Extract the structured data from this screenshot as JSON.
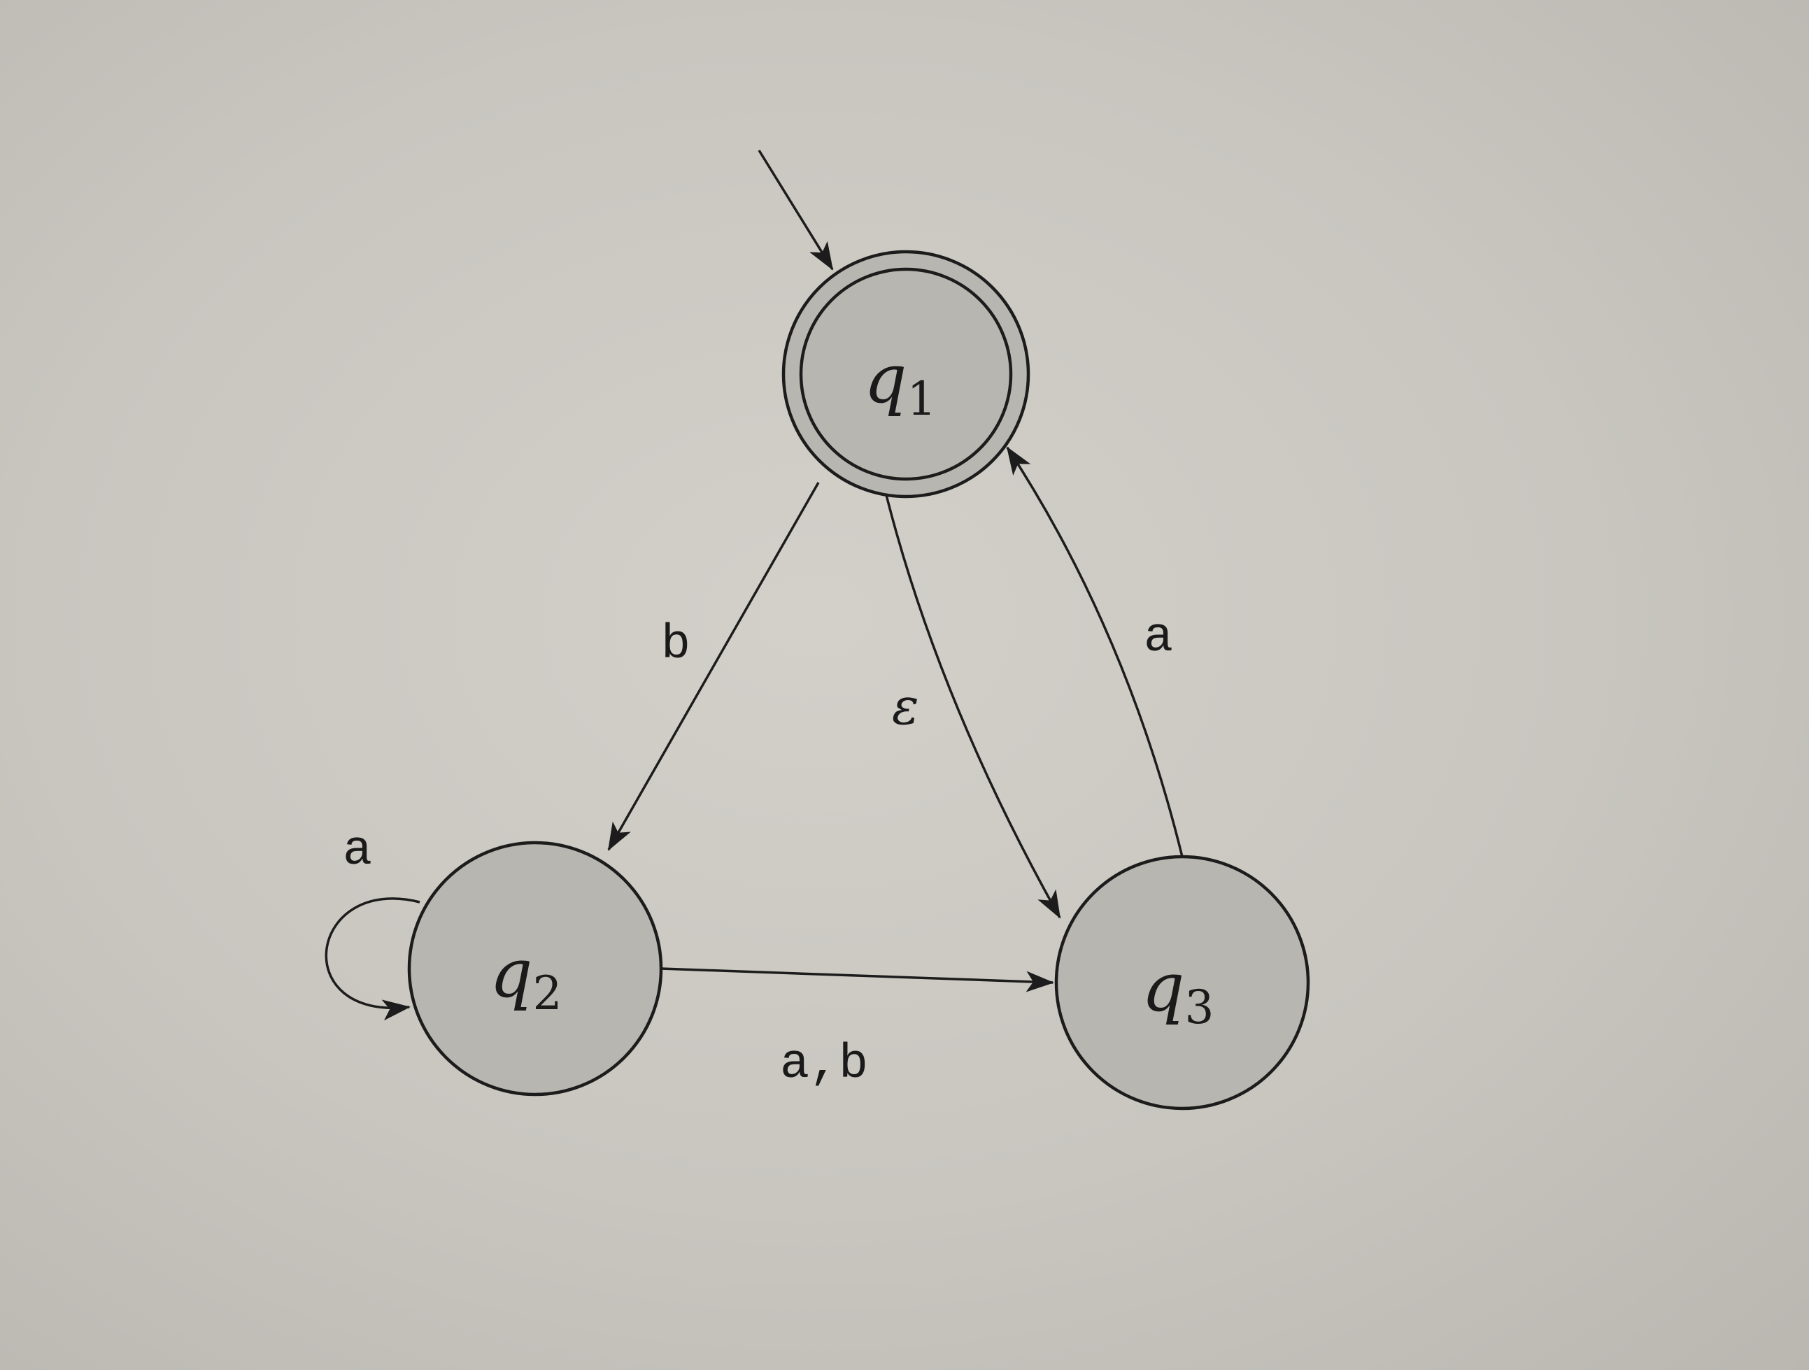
{
  "states": {
    "q1": {
      "name": "q",
      "sub": "1",
      "start": true,
      "accept": true
    },
    "q2": {
      "name": "q",
      "sub": "2",
      "start": false,
      "accept": false
    },
    "q3": {
      "name": "q",
      "sub": "3",
      "start": false,
      "accept": false
    }
  },
  "transitions": {
    "q1_q2": {
      "from": "q1",
      "to": "q2",
      "label": "b"
    },
    "q1_q3": {
      "from": "q1",
      "to": "q3",
      "label": "ε"
    },
    "q3_q1": {
      "from": "q3",
      "to": "q1",
      "label": "a"
    },
    "q2_q2": {
      "from": "q2",
      "to": "q2",
      "label": "a"
    },
    "q2_q3": {
      "from": "q2",
      "to": "q3",
      "label": "a,b"
    }
  },
  "colors": {
    "ink": "#1c1c1c",
    "paper": "#c9c7c0",
    "state_fill": "#b8b6b0"
  }
}
